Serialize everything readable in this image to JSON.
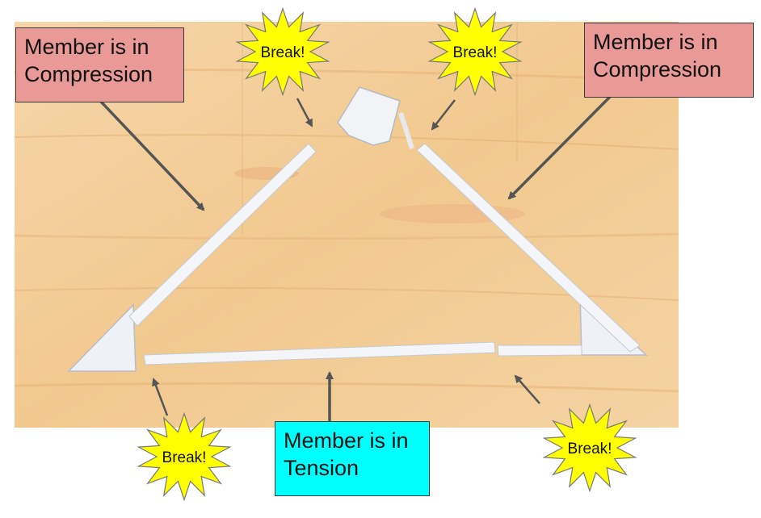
{
  "labels": {
    "compression_left": {
      "line1": "Member is in",
      "line2": "Compression"
    },
    "compression_right": {
      "line1": "Member is in",
      "line2": "Compression"
    },
    "tension": {
      "line1": "Member is in",
      "line2": "Tension"
    }
  },
  "bursts": {
    "top_left": "Break!",
    "top_right": "Break!",
    "bottom_left": "Break!",
    "bottom_right": "Break!"
  },
  "colors": {
    "compression_box": "#e99a96",
    "tension_box": "#00ffff",
    "burst_fill": "#ffff00",
    "arrow": "#555555",
    "wood": "#f3ce9a"
  }
}
